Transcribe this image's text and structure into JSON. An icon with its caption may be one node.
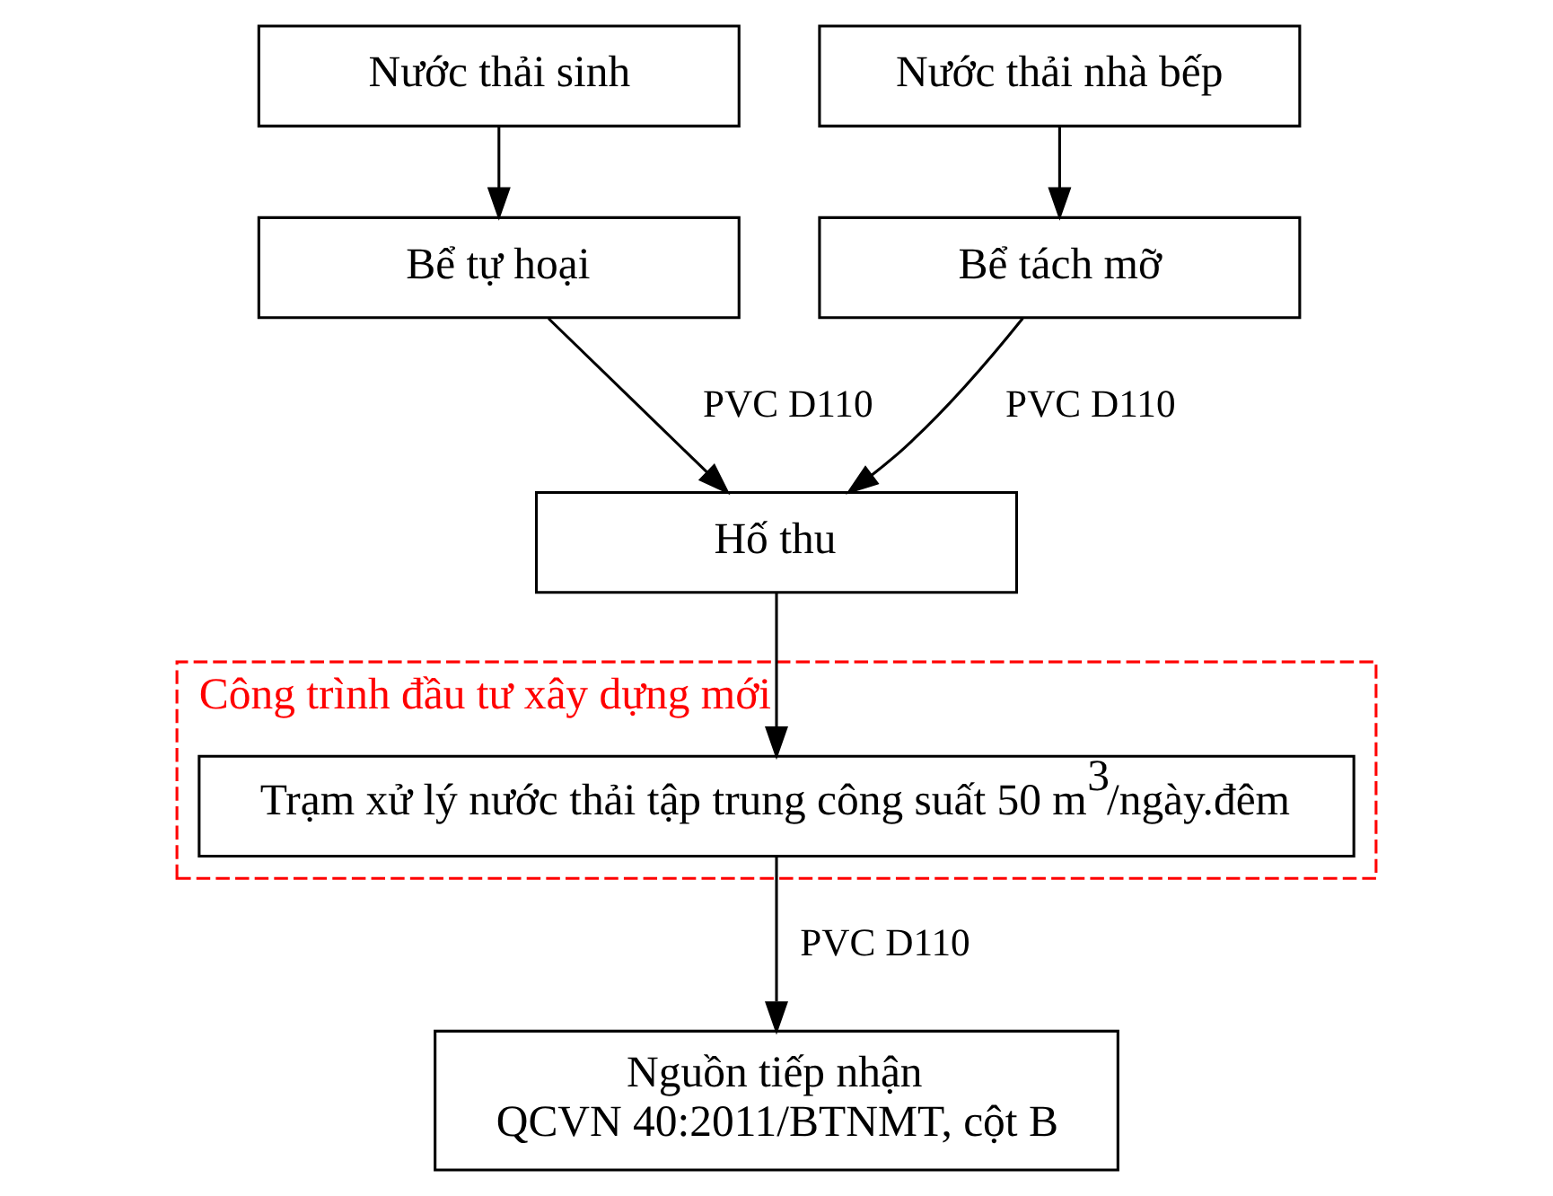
{
  "diagram": {
    "nodes": [
      {
        "text": [
          "Nước thải sinh"
        ]
      },
      {
        "text": [
          "Nước thải nhà bếp"
        ]
      },
      {
        "text": [
          "Bể tự hoại"
        ]
      },
      {
        "text": [
          "Bể tách mỡ"
        ]
      },
      {
        "text": [
          "Hố thu"
        ]
      },
      {
        "text": [
          "Công trình đầu tư xây dựng mới"
        ]
      },
      {
        "text": [
          "Trạm xử lý nước thải tập trung công suất 50 m$^{3}$/ngày.đêm"
        ],
        "in": 5
      },
      {
        "text": [
          "Nguồn tiếp nhận",
          "QCVN 40:2011/BTNMT, cột B"
        ]
      }
    ],
    "edges": [
      {
        "from": 0,
        "to": 2,
        "arrow": "to"
      },
      {
        "from": 1,
        "to": 3,
        "arrow": "to"
      },
      {
        "from": 2,
        "to": 4,
        "arrow": "to",
        "label": "PVC D110"
      },
      {
        "from": 3,
        "to": 4,
        "arrow": "to",
        "label": "PVC D110"
      },
      {
        "from": 4,
        "to": 6,
        "arrow": "to"
      },
      {
        "from": 6,
        "to": 7,
        "arrow": "to",
        "label": "PVC D110"
      }
    ]
  }
}
